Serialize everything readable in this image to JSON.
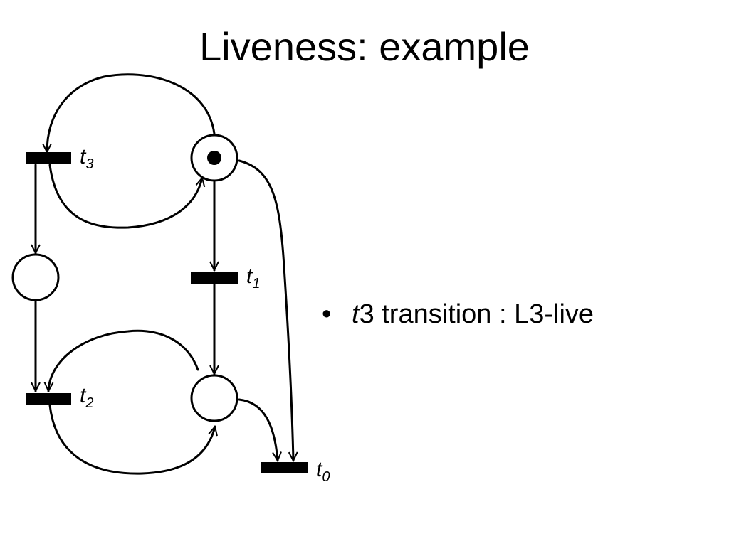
{
  "slide": {
    "title": "Liveness: example"
  },
  "diagram": {
    "transitions": [
      {
        "id": "t3",
        "letter": "t",
        "sub": "3"
      },
      {
        "id": "t1",
        "letter": "t",
        "sub": "1"
      },
      {
        "id": "t2",
        "letter": "t",
        "sub": "2"
      },
      {
        "id": "t0",
        "letter": "t",
        "sub": "0"
      }
    ],
    "places": [
      {
        "id": "p-top-right",
        "tokens": 1
      },
      {
        "id": "p-left",
        "tokens": 0
      },
      {
        "id": "p-bottom-right",
        "tokens": 0
      }
    ]
  },
  "bullets": [
    {
      "mark": "•",
      "var": "t",
      "text": "3 transition : L3-live"
    }
  ]
}
